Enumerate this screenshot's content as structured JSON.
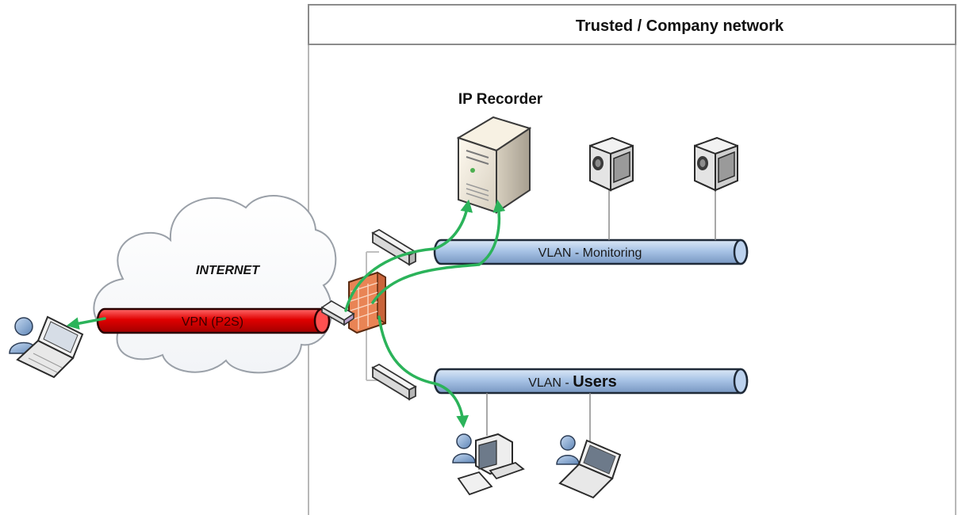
{
  "zone": {
    "title": "Trusted / Company network"
  },
  "cloud": {
    "label": "INTERNET"
  },
  "recorder": {
    "title": "IP Recorder"
  },
  "links": {
    "vpn": {
      "label": "VPN (P2S)",
      "color": "#e00000"
    },
    "monitoring": {
      "prefix": "VLAN - ",
      "name": "Monitoring",
      "color": "#a9c4e6"
    },
    "users": {
      "prefix": "VLAN - ",
      "name": "Users",
      "color": "#a9c4e6"
    }
  },
  "colors": {
    "flow": "#2bb35a",
    "firewall": "#e98455",
    "pipe_outline": "#1f2a38"
  },
  "icons": [
    "remote-user-icon",
    "remote-laptop-icon",
    "cloud-icon",
    "vpn-gateway-icon",
    "firewall-icon",
    "switch-icon",
    "server-icon",
    "camera-icon",
    "desktop-user-icon",
    "laptop-user-icon"
  ]
}
